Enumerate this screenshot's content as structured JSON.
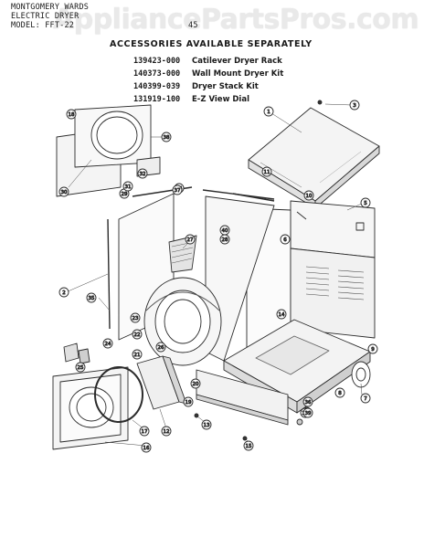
{
  "header": {
    "brand": "MONTGOMERY WARDS",
    "type": "ELECTRIC DRYER",
    "model": "MODEL: FFT-22",
    "model_suffix": "45"
  },
  "watermark": "AppliancePartsPros.com",
  "accessories": {
    "title": "ACCESSORIES AVAILABLE SEPARATELY",
    "items": [
      {
        "part": "139423-000",
        "desc": "Catilever Dryer Rack"
      },
      {
        "part": "140373-000",
        "desc": "Wall Mount Dryer Kit"
      },
      {
        "part": "140399-039",
        "desc": "Dryer Stack Kit"
      },
      {
        "part": "131919-100",
        "desc": "E-Z View Dial"
      }
    ]
  },
  "callouts": [
    "1",
    "2",
    "3",
    "5",
    "6",
    "7",
    "8",
    "9",
    "10",
    "11",
    "12",
    "13",
    "14",
    "15",
    "16",
    "17",
    "18",
    "19",
    "20",
    "21",
    "22",
    "23",
    "24",
    "25",
    "26",
    "27",
    "28",
    "29",
    "30",
    "31",
    "32",
    "33",
    "34",
    "35",
    "36",
    "37",
    "38",
    "39",
    "40"
  ]
}
